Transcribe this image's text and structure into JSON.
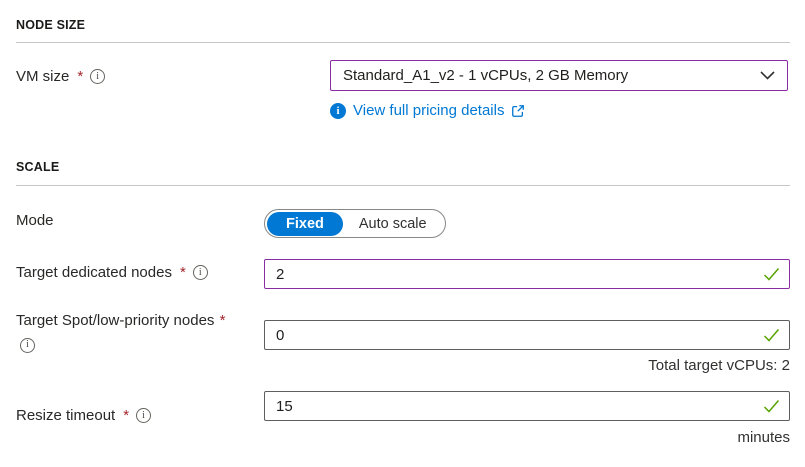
{
  "node_size": {
    "header": "NODE SIZE",
    "vm_size": {
      "label": "VM size",
      "required_marker": "*",
      "value": "Standard_A1_v2 - 1 vCPUs, 2 GB Memory",
      "pricing_link_text": "View full pricing details"
    }
  },
  "scale": {
    "header": "SCALE",
    "mode": {
      "label": "Mode",
      "options": [
        "Fixed",
        "Auto scale"
      ],
      "selected": "Fixed"
    },
    "target_dedicated_nodes": {
      "label": "Target dedicated nodes",
      "required_marker": "*",
      "value": "2"
    },
    "target_spot_nodes": {
      "label": "Target Spot/low-priority nodes",
      "required_marker": "*",
      "value": "0",
      "helper": "Total target vCPUs: 2"
    },
    "resize_timeout": {
      "label": "Resize timeout",
      "required_marker": "*",
      "value": "15",
      "unit": "minutes"
    }
  },
  "icons": {
    "info": "i",
    "info_filled": "i"
  },
  "colors": {
    "accent_blue": "#0078d4",
    "dirty_field_purple": "#8a2da5",
    "valid_green": "#57a300",
    "required_red": "#a4262c",
    "divider_gray": "#c8c6c4"
  }
}
